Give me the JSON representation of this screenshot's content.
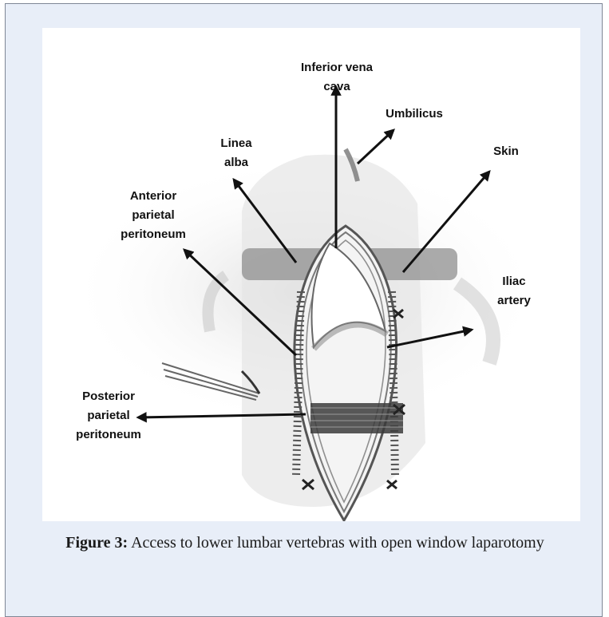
{
  "figure": {
    "labels": {
      "inferior_vena_cava": "Inferior vena\ncava",
      "umbilicus": "Umbilicus",
      "linea_alba": "Linea\nalba",
      "skin": "Skin",
      "anterior_parietal_peritoneum": "Anterior\nparietal\nperitoneum",
      "iliac_artery": "Iliac\nartery",
      "posterior_parietal_peritoneum": "Posterior\nparietal\nperitoneum"
    }
  },
  "caption": {
    "label": "Figure 3:",
    "text": " Access to lower lumbar vertebras with open window laparotomy"
  },
  "colors": {
    "panel_background": "#e8eef8",
    "panel_border": "#7f8796",
    "arrow": "#111111"
  }
}
